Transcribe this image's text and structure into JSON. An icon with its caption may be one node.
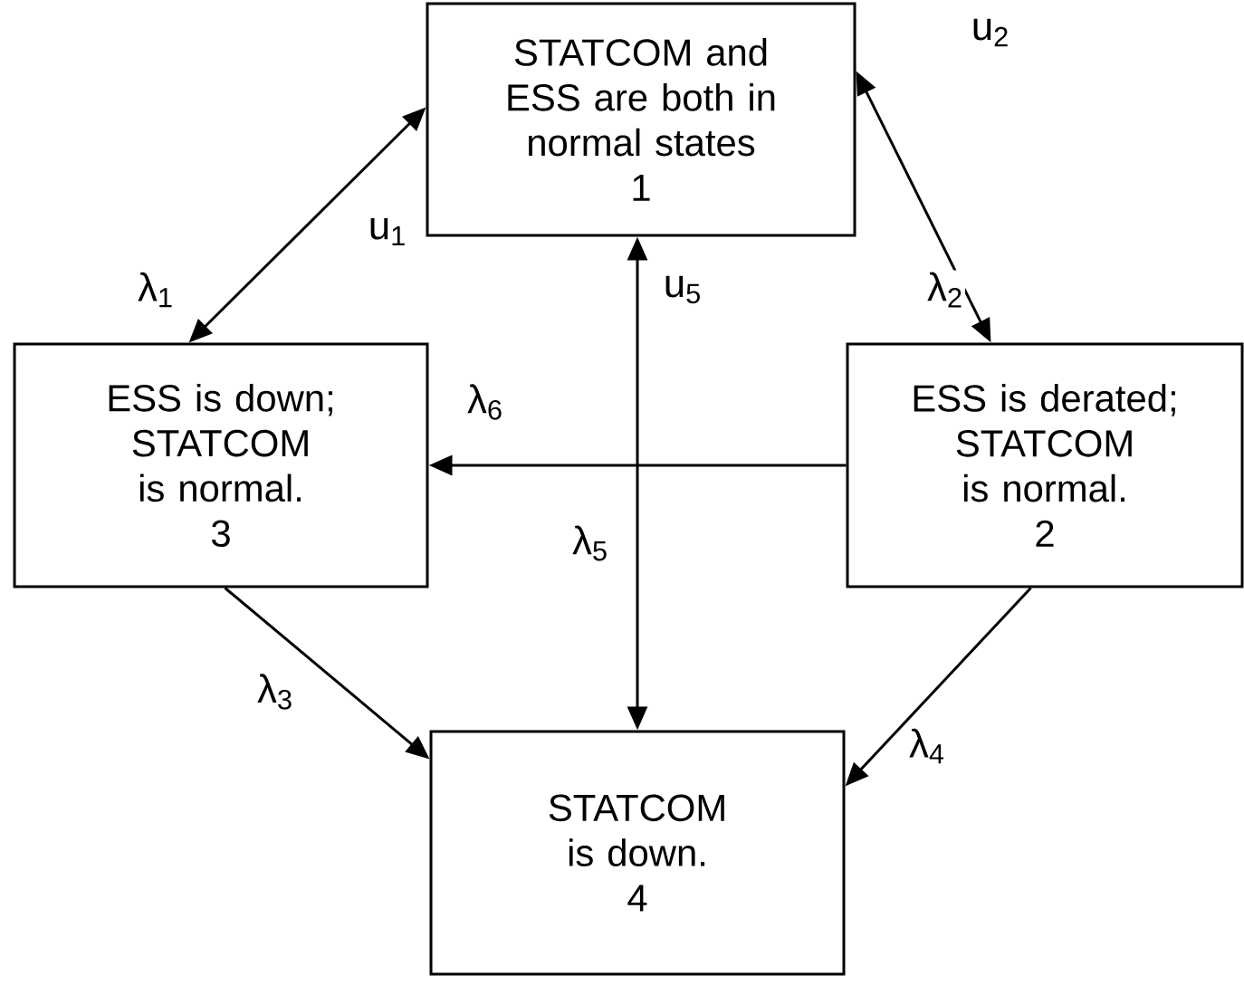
{
  "diagram": {
    "nodes": [
      {
        "text": [
          "STATCOM and ESS are both in normal states",
          "1"
        ]
      },
      {
        "text": [
          "ESS is down; STATCOM is normal.",
          "3"
        ]
      },
      {
        "text": [
          "ESS is derated; STATCOM is normal.",
          "2"
        ]
      },
      {
        "text": [
          "STATCOM is down.",
          "4"
        ]
      }
    ],
    "edges": [
      {
        "from": 1,
        "to": 0,
        "arrow": "both",
        "label": "λ$_{1}$"
      },
      {
        "from": 0,
        "to": 2,
        "arrow": "both",
        "label": "λ$_{2}$"
      },
      {
        "from": 0,
        "to": 3,
        "arrow": "both",
        "label": "λ$_{5}$"
      },
      {
        "from": 2,
        "to": 1,
        "arrow": "to",
        "label": "λ$_{6}$"
      },
      {
        "from": 1,
        "to": 3,
        "arrow": "to",
        "label": "λ$_{3}$"
      },
      {
        "from": 2,
        "to": 3,
        "arrow": "to",
        "label": "λ$_{4}$"
      }
    ],
    "labels": [
      "u$_{2}$",
      "u$_{1}$",
      "u$_{5}$"
    ]
  }
}
